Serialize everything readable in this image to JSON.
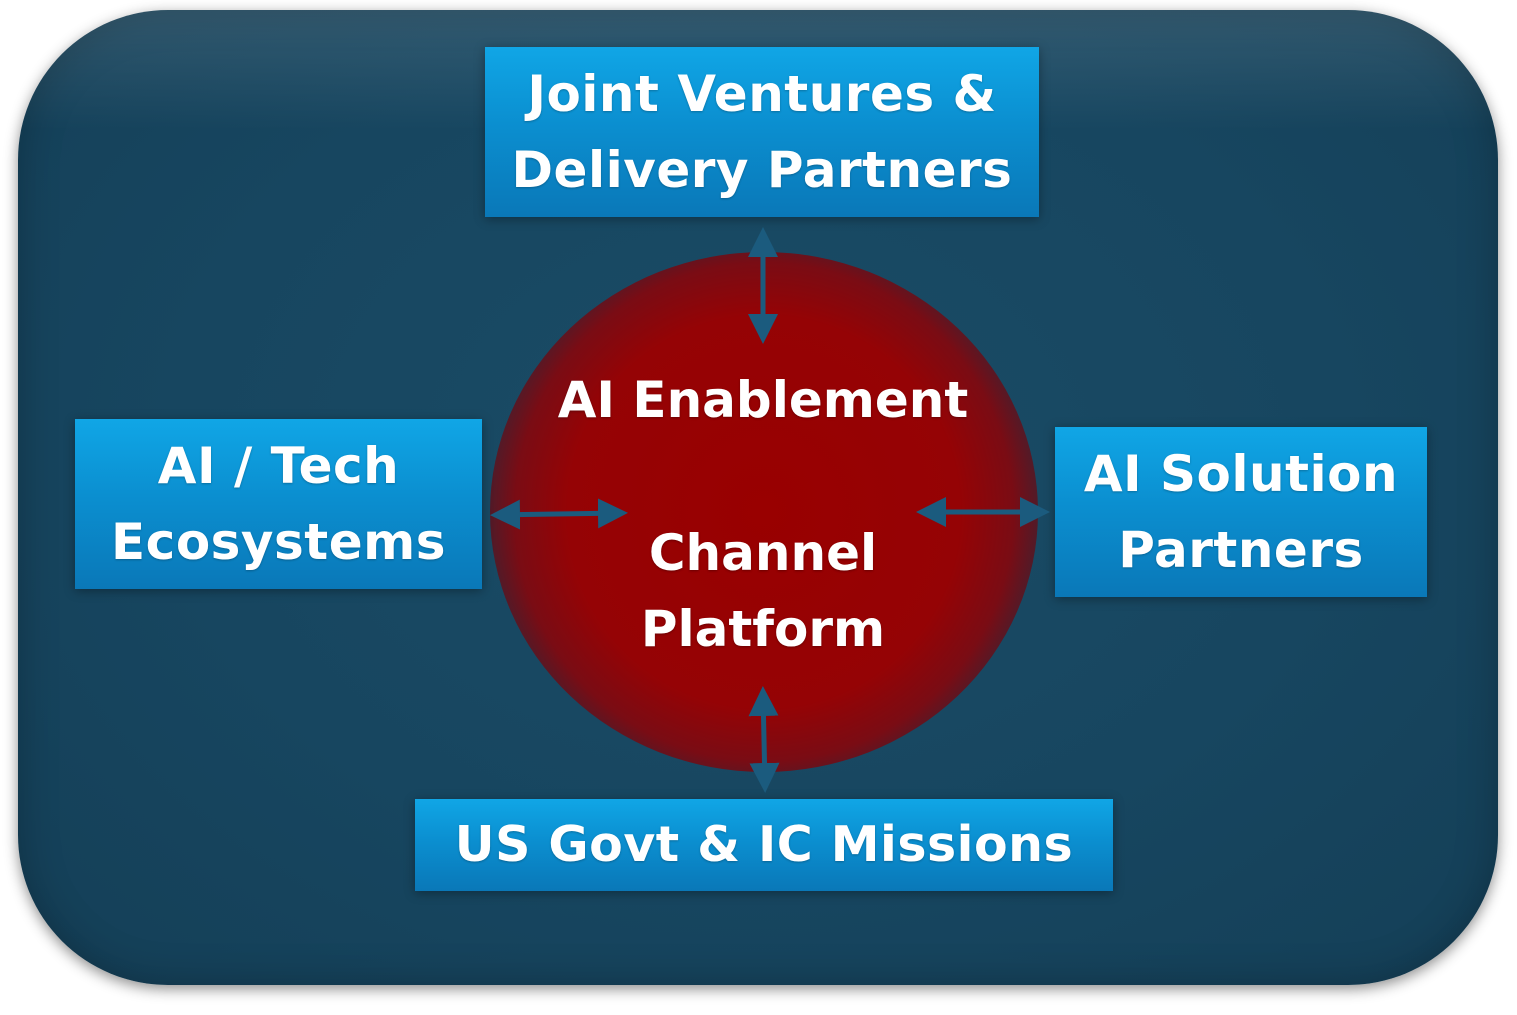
{
  "nodes": {
    "top": {
      "lines": [
        "Joint Ventures &",
        "Delivery Partners"
      ]
    },
    "left": {
      "lines": [
        "AI / Tech",
        "Ecosystems"
      ]
    },
    "right": {
      "lines": [
        "AI Solution",
        "Partners"
      ]
    },
    "bottom": {
      "lines": [
        "US Govt & IC Missions"
      ]
    }
  },
  "hub": {
    "title": "AI Enablement",
    "subtitle_lines": [
      "Channel",
      "Platform"
    ]
  },
  "colors": {
    "panel": "#174660",
    "box": "#0b8fd0",
    "hub": "#990000",
    "arrow": "#1b5b7e",
    "text": "#ffffff"
  }
}
